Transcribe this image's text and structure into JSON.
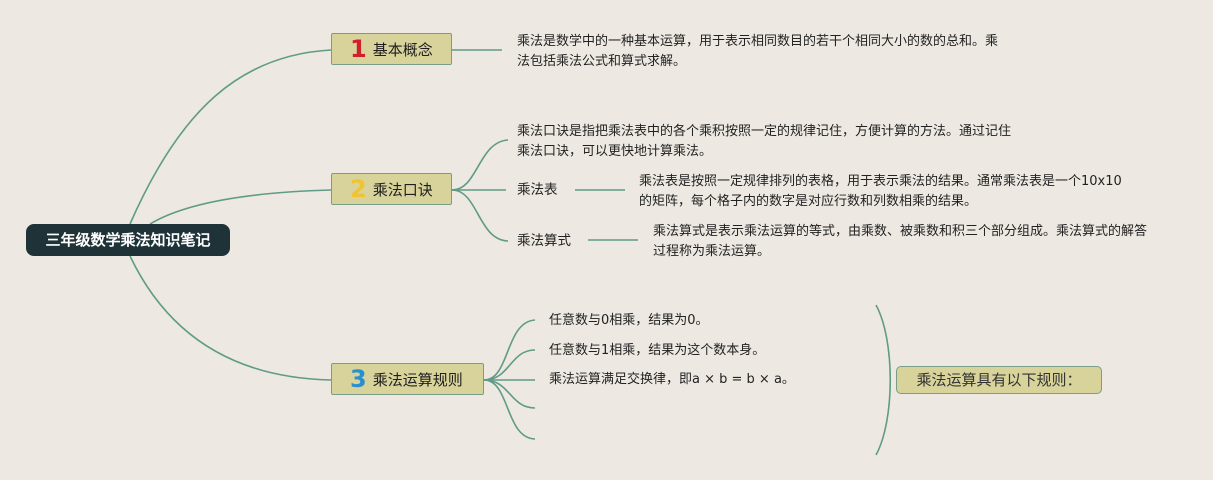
{
  "root": {
    "label": "三年级数学乘法知识笔记"
  },
  "topics": [
    {
      "num": "1",
      "label": "基本概念",
      "num_color": "#d0212b",
      "desc": "乘法是数学中的一种基本运算，用于表示相同数目的若干个相同大小的数的总和。乘法包括乘法公式和算式求解。"
    },
    {
      "num": "2",
      "label": "乘法口诀",
      "num_color": "#f0c330",
      "desc": "乘法口诀是指把乘法表中的各个乘积按照一定的规律记住，方便计算的方法。通过记住乘法口诀，可以更快地计算乘法。",
      "children": [
        {
          "label": "乘法表",
          "desc": "乘法表是按照一定规律排列的表格，用于表示乘法的结果。通常乘法表是一个10x10的矩阵，每个格子内的数字是对应行数和列数相乘的结果。"
        },
        {
          "label": "乘法算式",
          "desc": "乘法算式是表示乘法运算的等式，由乘数、被乘数和积三个部分组成。乘法算式的解答过程称为乘法运算。"
        }
      ]
    },
    {
      "num": "3",
      "label": "乘法运算规则",
      "num_color": "#2a8fcf",
      "rules": [
        "任意数与0相乘，结果为0。",
        "任意数与1相乘，结果为这个数本身。",
        "乘法运算满足交换律，即a × b = b × a。",
        "",
        ""
      ],
      "summary": "乘法运算具有以下规则："
    }
  ],
  "colors": {
    "background": "#ede9e2",
    "line": "#5f9b86",
    "root_bg": "#1e3238",
    "topic_bg": "#d8d39b"
  }
}
